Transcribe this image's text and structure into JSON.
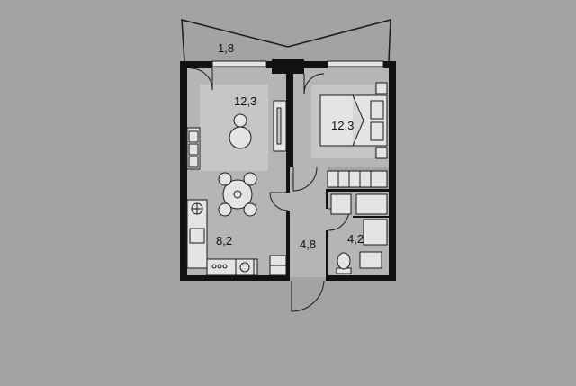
{
  "colors": {
    "background": "#a3a3a3",
    "wall": "#111111",
    "floor": "#b5b5b5",
    "rug": "#c6c6c6",
    "furniture": "#e4e4e4",
    "line": "#1a1a1a"
  },
  "rooms": {
    "balcony": {
      "area": "1,8"
    },
    "living": {
      "area": "12,3"
    },
    "bedroom": {
      "area": "12,3"
    },
    "kitchen": {
      "area": "8,2"
    },
    "hall": {
      "area": "4,8"
    },
    "bathroom": {
      "area": "4,2"
    }
  },
  "icons": {
    "table": "round-dining-table-icon",
    "chairs": "dining-chair-icon",
    "bed": "double-bed-icon",
    "sofa": "sofa-icon",
    "bath": "bathtub-icon",
    "toilet": "toilet-icon",
    "washer": "washing-machine-icon",
    "hob": "cooktop-icon"
  }
}
